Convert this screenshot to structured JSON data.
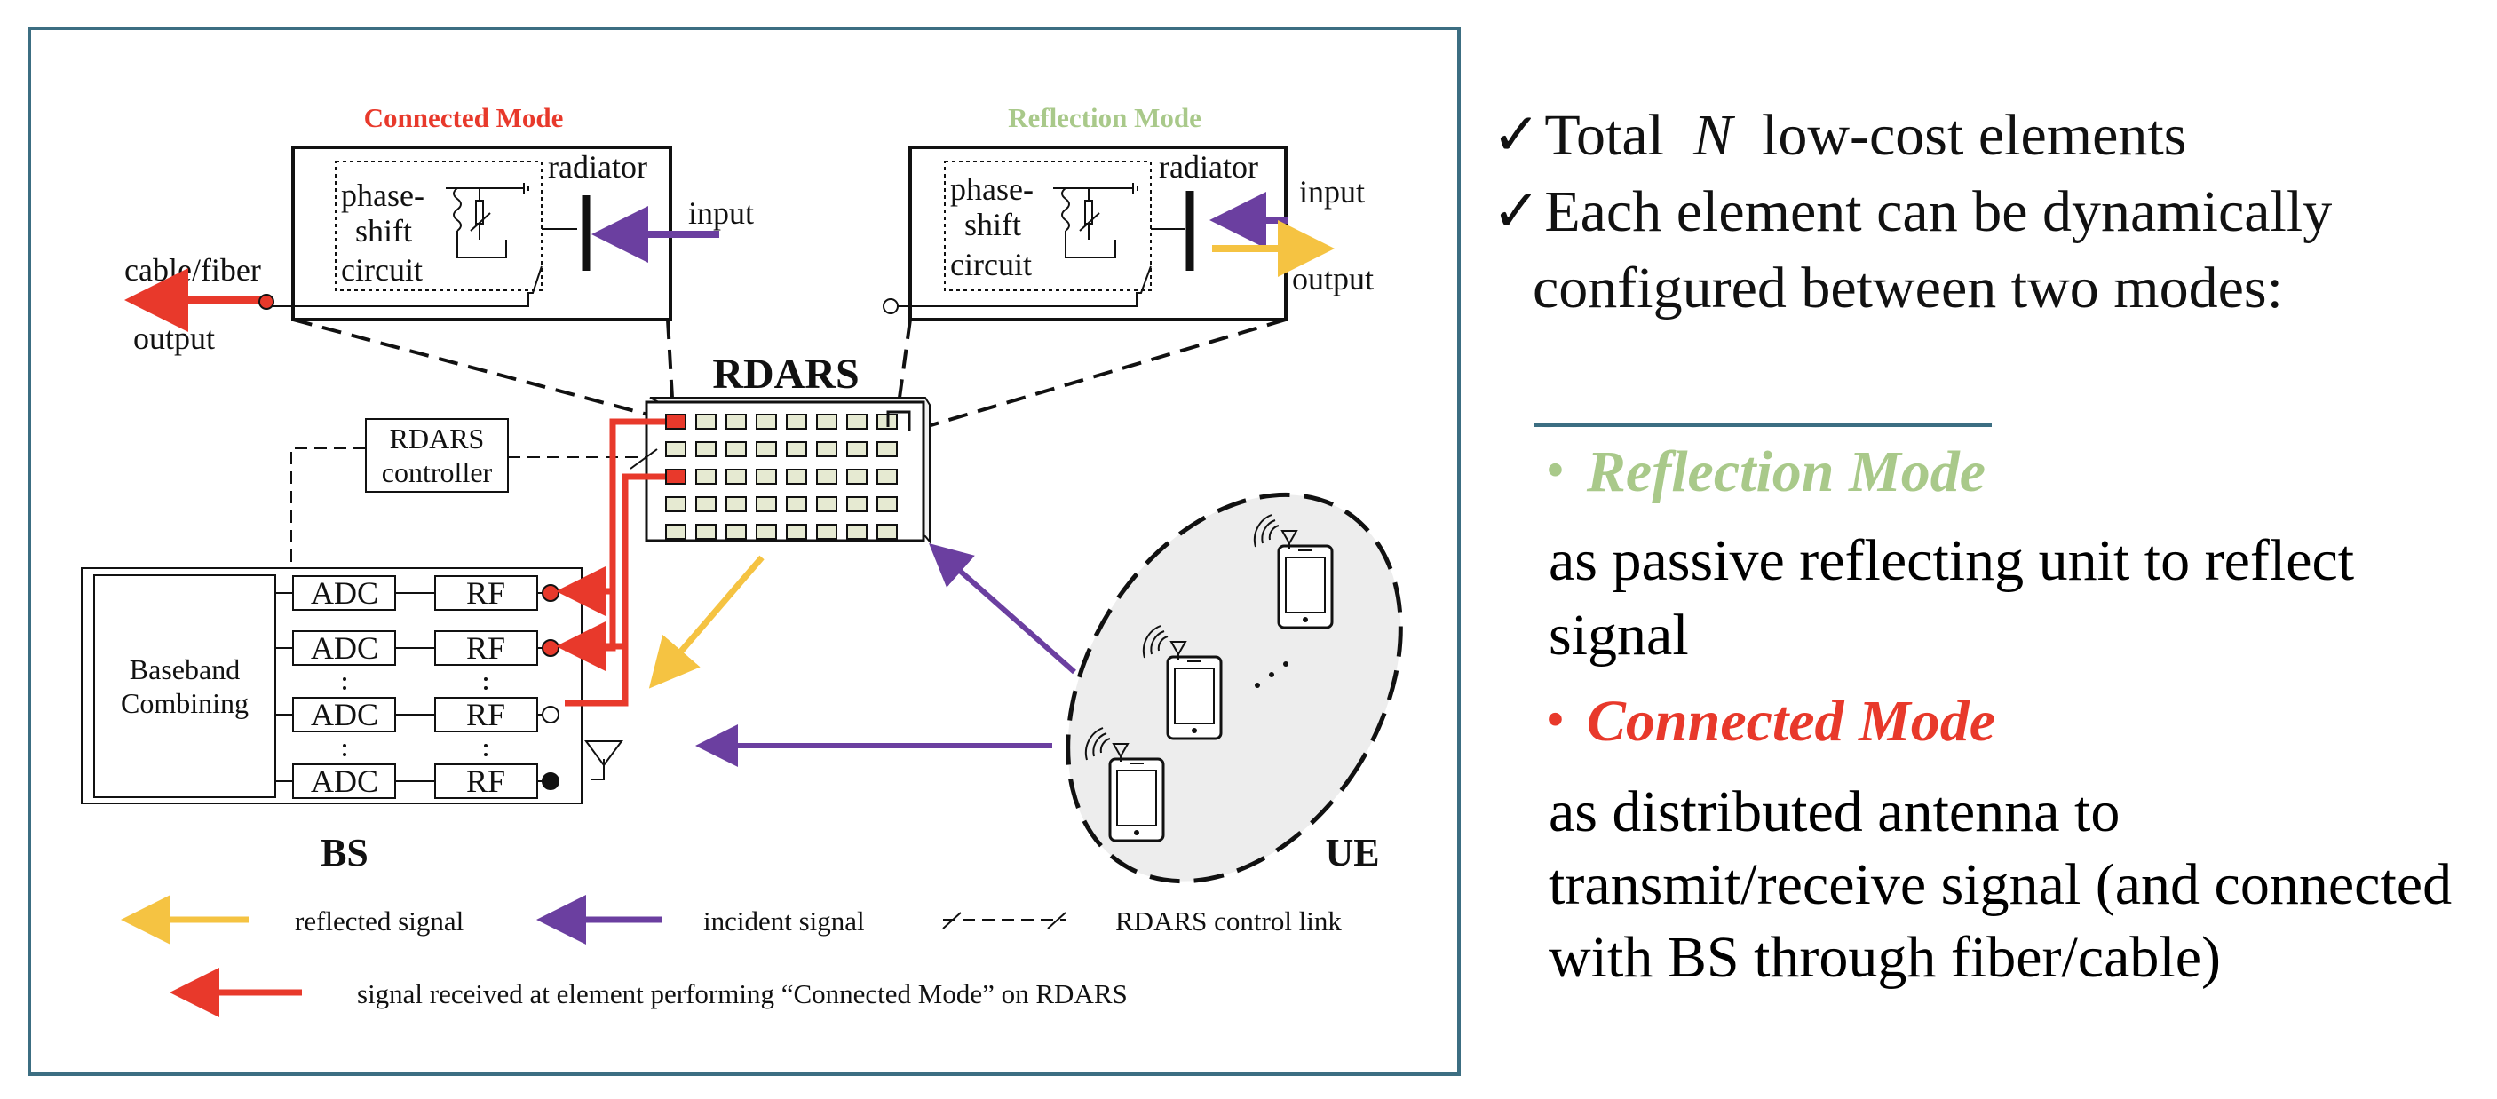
{
  "diagram": {
    "connected_mode_title": "Connected Mode",
    "reflection_mode_title": "Reflection Mode",
    "phase_shift_circuit": [
      "phase-",
      "shift",
      "circuit"
    ],
    "radiator": "radiator",
    "input": "input",
    "output": "output",
    "cable_fiber": "cable/fiber",
    "rdars": "RDARS",
    "rdars_controller": [
      "RDARS",
      "controller"
    ],
    "adc": "ADC",
    "rf": "RF",
    "baseband_combining": [
      "Baseband",
      "Combining"
    ],
    "bs": "BS",
    "ue": "UE",
    "legend": {
      "reflected": "reflected signal",
      "incident": "incident signal",
      "control": "RDARS control link",
      "received": "signal received at element performing “Connected Mode” on RDARS"
    }
  },
  "text_panel": {
    "line1_prefix": "Total",
    "line1_var": "N",
    "line1_suffix": "low-cost elements",
    "line2": "Each element can be dynamically",
    "line3": "configured between two modes:",
    "reflection_head": "Reflection Mode",
    "reflection_desc": [
      "as passive reflecting unit to reflect",
      "signal"
    ],
    "connected_head": "Connected Mode",
    "connected_desc": [
      "as distributed antenna to",
      "transmit/receive signal (and connected",
      "with BS through fiber/cable)"
    ]
  },
  "colors": {
    "red": "#e8392b",
    "green": "#a9c98a",
    "purple": "#6b3fa0",
    "yellow": "#f5c342",
    "teal_border": "#3c6e82",
    "element_fill": "#e6ead2"
  }
}
